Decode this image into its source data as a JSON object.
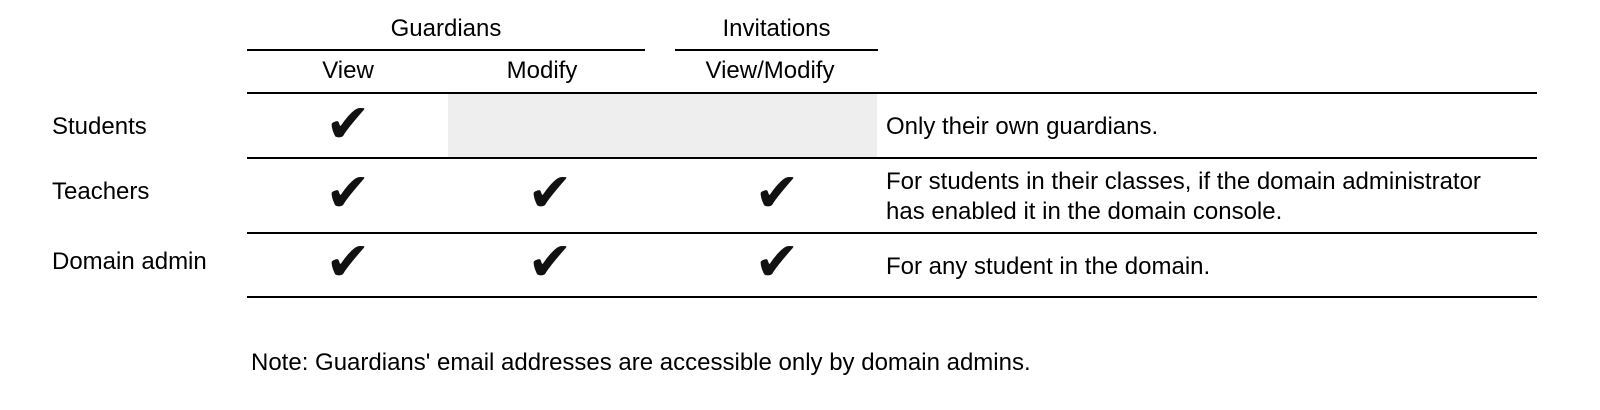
{
  "table": {
    "groups": [
      {
        "label": "Guardians"
      },
      {
        "label": "Invitations"
      }
    ],
    "columns": [
      {
        "label": "View"
      },
      {
        "label": "Modify"
      },
      {
        "label": "View/Modify"
      }
    ],
    "rows": [
      {
        "label": "Students",
        "checks": {
          "view": true,
          "modify": false,
          "view_modify": false
        },
        "modify_shaded": true,
        "note_lines": [
          "Only their own guardians."
        ]
      },
      {
        "label": "Teachers",
        "checks": {
          "view": true,
          "modify": true,
          "view_modify": true
        },
        "modify_shaded": false,
        "note_lines": [
          "For students in their classes, if the domain administrator",
          "has enabled it in the domain console."
        ]
      },
      {
        "label": "Domain admin",
        "checks": {
          "view": true,
          "modify": true,
          "view_modify": true
        },
        "modify_shaded": false,
        "note_lines": [
          "For any student in the domain."
        ]
      }
    ]
  },
  "glyphs": {
    "check": "✔"
  },
  "footnote": "Note: Guardians' email addresses are accessible only by domain admins.",
  "colors": {
    "text": "#000000",
    "rule": "#000000",
    "shaded_cell": "#eeeeee",
    "background": "#ffffff"
  }
}
